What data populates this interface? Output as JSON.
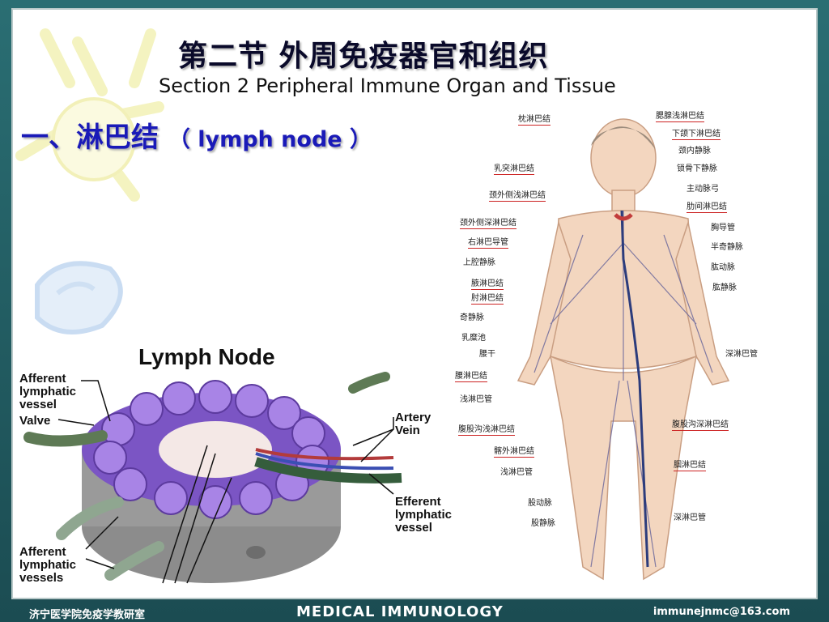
{
  "slide": {
    "title_cn": "第二节  外周免疫器官和组织",
    "title_en": "Section 2  Peripheral Immune Organ and Tissue",
    "subtitle_cn": "一、淋巴结",
    "subtitle_en": "（ lymph node ）"
  },
  "lymph_node_figure": {
    "heading": "Lymph Node",
    "afferent_top": "Afferent\nlymphatic\nvessel",
    "valve": "Valve",
    "artery": "Artery",
    "vein": "Vein",
    "efferent": "Efferent\nlymphatic\nvessel",
    "afferent_bottom": "Afferent\nlymphatic\nvessels"
  },
  "body_figure": {
    "labels": [
      {
        "text": "枕淋巴结",
        "red": true
      },
      {
        "text": "腮腺浅淋巴结",
        "red": true
      },
      {
        "text": "下颌下淋巴结",
        "red": true
      },
      {
        "text": "颈内静脉",
        "red": false
      },
      {
        "text": "乳突淋巴结",
        "red": false
      },
      {
        "text": "锁骨下静脉",
        "red": false
      },
      {
        "text": "颈外侧浅淋巴结",
        "red": true
      },
      {
        "text": "主动脉弓",
        "red": false
      },
      {
        "text": "肋间淋巴结",
        "red": true
      },
      {
        "text": "颈外侧深淋巴结",
        "red": true
      },
      {
        "text": "胸导管",
        "red": false
      },
      {
        "text": "右淋巴导管",
        "red": true
      },
      {
        "text": "半奇静脉",
        "red": false
      },
      {
        "text": "上腔静脉",
        "red": false
      },
      {
        "text": "肱动脉",
        "red": false
      },
      {
        "text": "腋淋巴结",
        "red": true
      },
      {
        "text": "肱静脉",
        "red": false
      },
      {
        "text": "肘淋巴结",
        "red": true
      },
      {
        "text": "奇静脉",
        "red": false
      },
      {
        "text": "乳糜池",
        "red": false
      },
      {
        "text": "深淋巴管",
        "red": false
      },
      {
        "text": "腰干",
        "red": false
      },
      {
        "text": "腰淋巴结",
        "red": true
      },
      {
        "text": "浅淋巴管",
        "red": false
      },
      {
        "text": "腹股沟浅淋巴结",
        "red": true
      },
      {
        "text": "腹股沟深淋巴结",
        "red": true
      },
      {
        "text": "髂外淋巴结",
        "red": true
      },
      {
        "text": "腘淋巴结",
        "red": true
      },
      {
        "text": "浅淋巴管",
        "red": false
      },
      {
        "text": "股动脉",
        "red": false
      },
      {
        "text": "深淋巴管",
        "red": false
      },
      {
        "text": "股静脉",
        "red": false
      }
    ]
  },
  "footer": {
    "left": "济宁医学院免疫学教研室",
    "center": "MEDICAL IMMUNOLOGY",
    "right": "immunejnmc@163.com"
  },
  "colors": {
    "frame": "#1d4f55",
    "title_blue": "#1a1ab8",
    "node_purple": "#8a5fd0",
    "skin": "#f3d6bf"
  }
}
